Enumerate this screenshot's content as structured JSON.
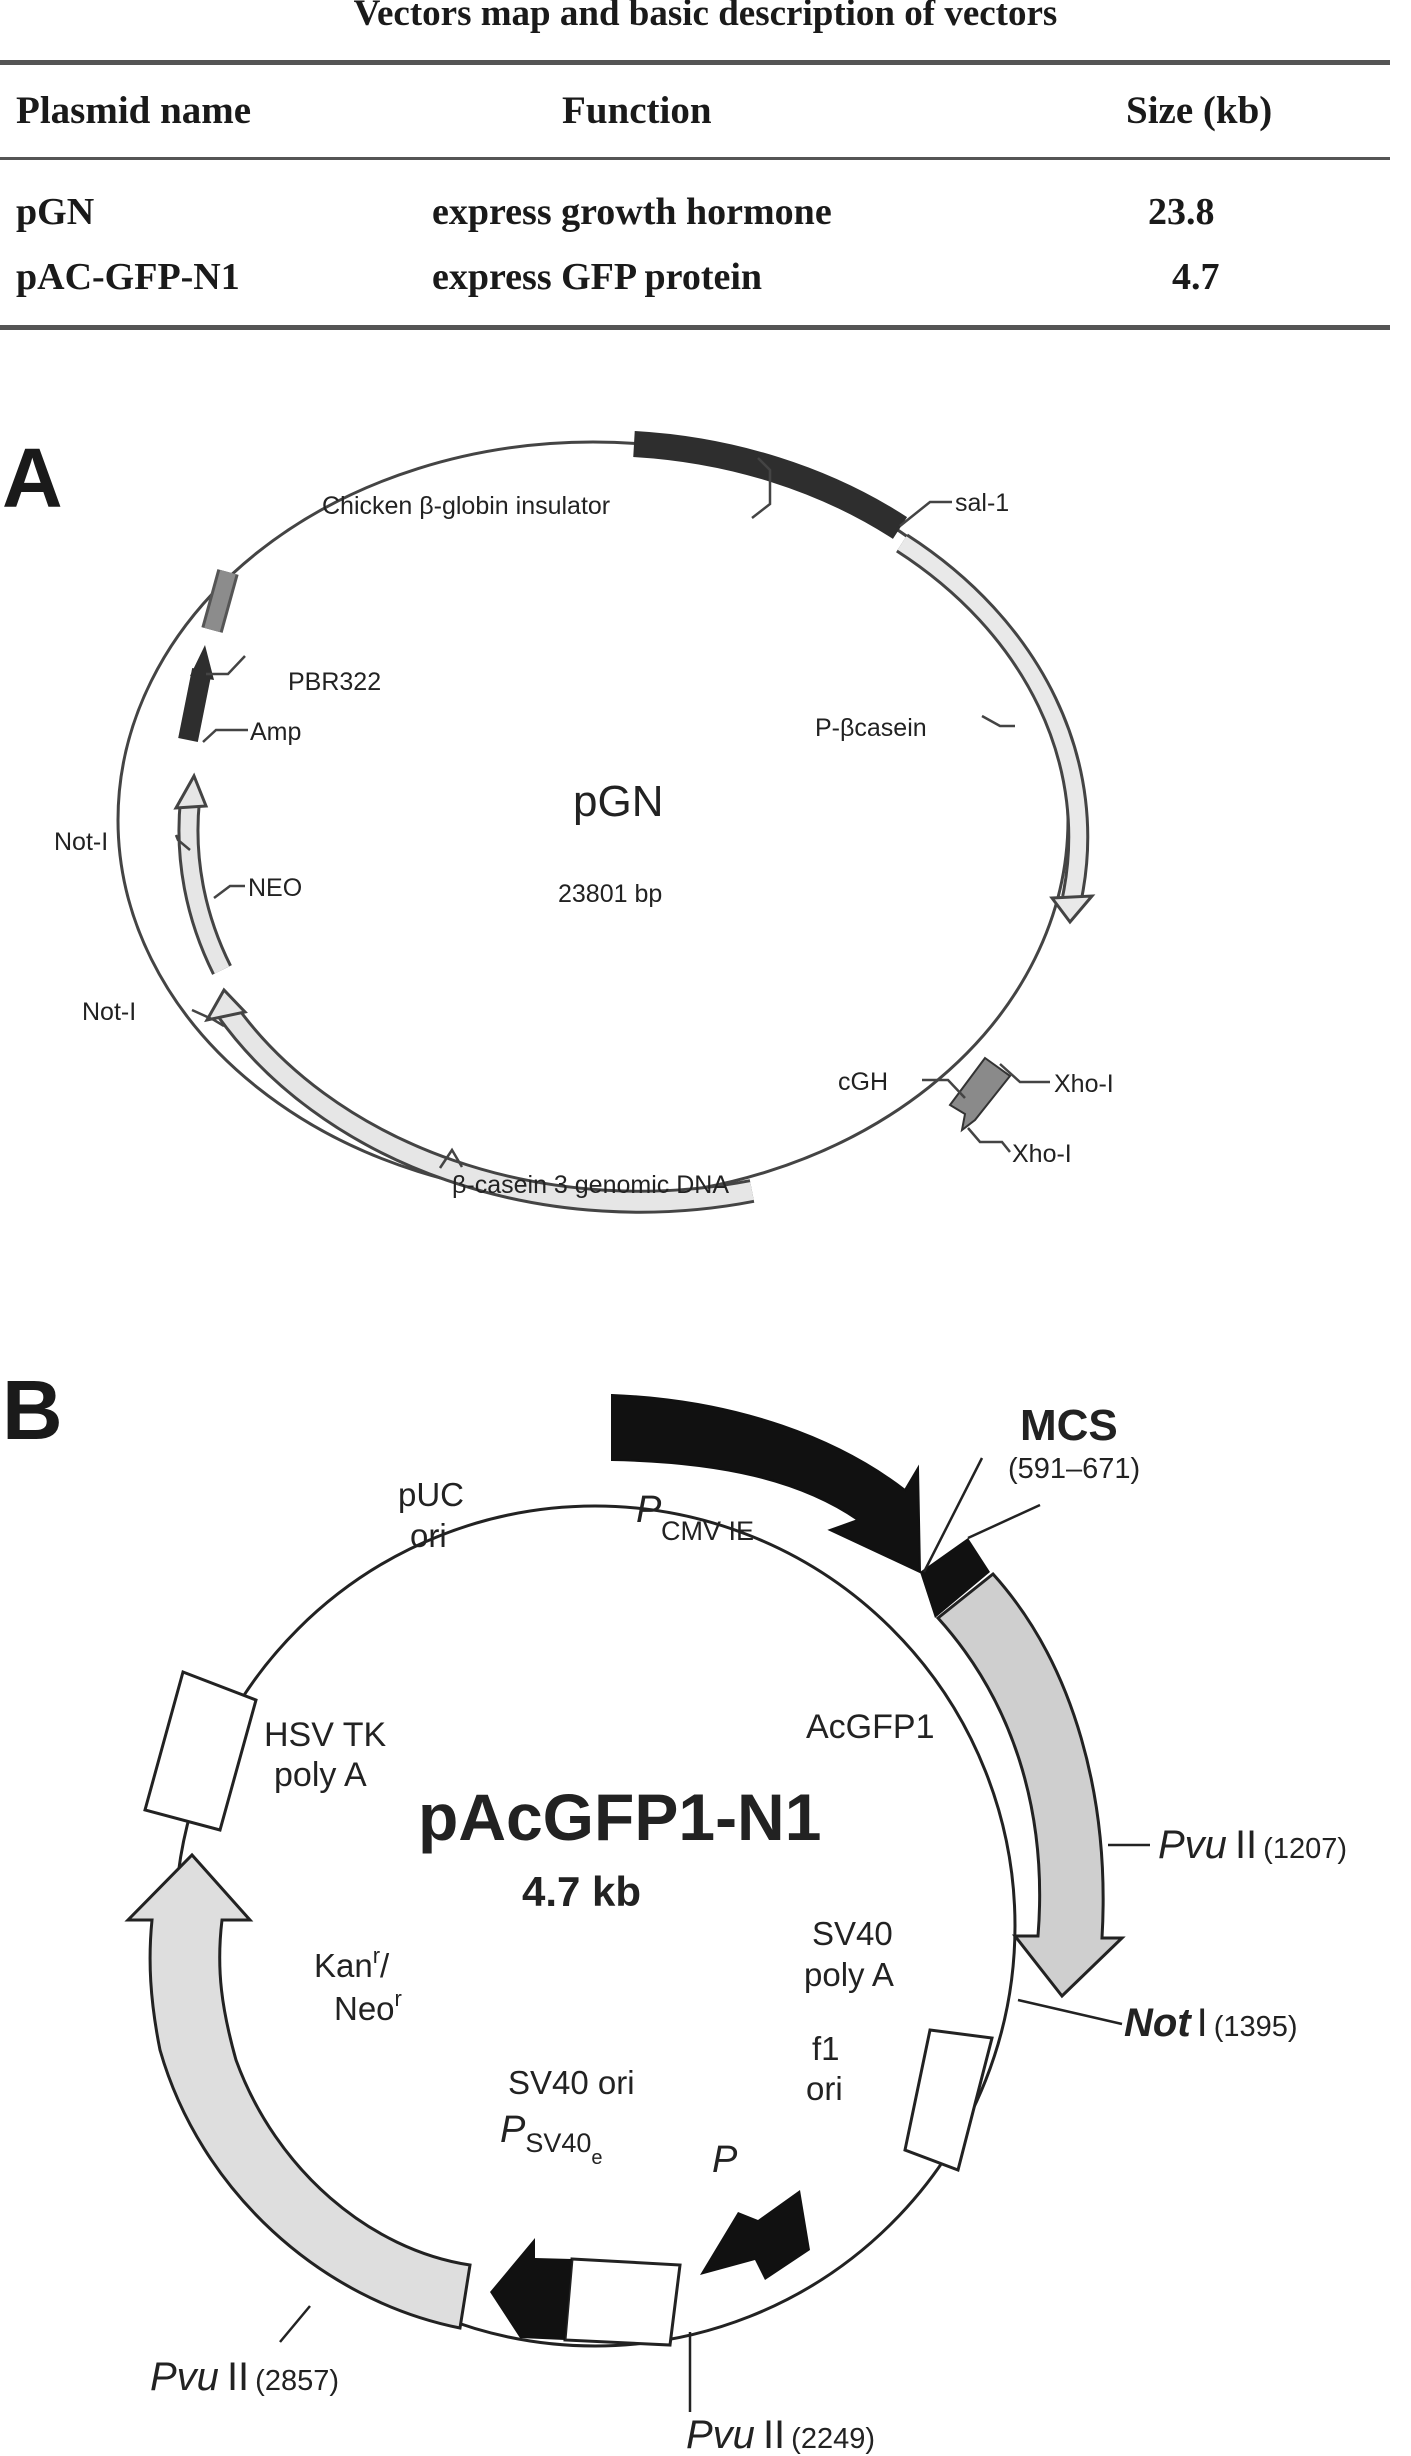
{
  "table": {
    "title": "Vectors map and basic description of vectors",
    "headers": [
      "Plasmid name",
      "Function",
      "Size (kb)"
    ],
    "rows": [
      {
        "name": "pGN",
        "function": "express growth hormone",
        "size": "23.8"
      },
      {
        "name": "pAC-GFP-N1",
        "function": "express GFP protein",
        "size": "4.7"
      }
    ]
  },
  "panel_a": {
    "letter": "A",
    "plasmid": "pGN",
    "size": "23801 bp",
    "labels": {
      "insulator": "Chicken β-globin insulator",
      "sal": "sal-1",
      "pcasein": "P-βcasein",
      "pbr": "PBR322",
      "amp": "Amp",
      "not1": "Not-I",
      "neo": "NEO",
      "not2": "Not-I",
      "cgh": "cGH",
      "xho1": "Xho-I",
      "xho2": "Xho-I",
      "genomic": "β-casein 3 genomic DNA"
    }
  },
  "panel_b": {
    "letter": "B",
    "plasmid": "pAcGFP1-N1",
    "size": "4.7 kb",
    "mcs": "MCS",
    "mcs_range": "(591–671)",
    "pcmv": "P",
    "pcmv_sub": "CMV IE",
    "puc1": "pUC",
    "puc2": "ori",
    "acgfp": "AcGFP1",
    "hsv1": "HSV TK",
    "hsv2": "poly A",
    "kan1": "Kan",
    "kan_sup": "r",
    "kan_slash": "/",
    "neo1": "Neo",
    "neo_sup": "r",
    "sv40pa1": "SV40",
    "sv40pa2": "poly A",
    "f1a": "f1",
    "f1b": "ori",
    "sv40ori": "SV40 ori",
    "psv": "P",
    "psv_sub": "SV40",
    "psv_subsub": "e",
    "p": "P",
    "pvu": "Pvu",
    "ii": "II",
    "pos1207": "(1207)",
    "not": "Not",
    "i": "I",
    "pos1395": "(1395)",
    "pos2857": "(2857)",
    "pos2249": "(2249)"
  }
}
